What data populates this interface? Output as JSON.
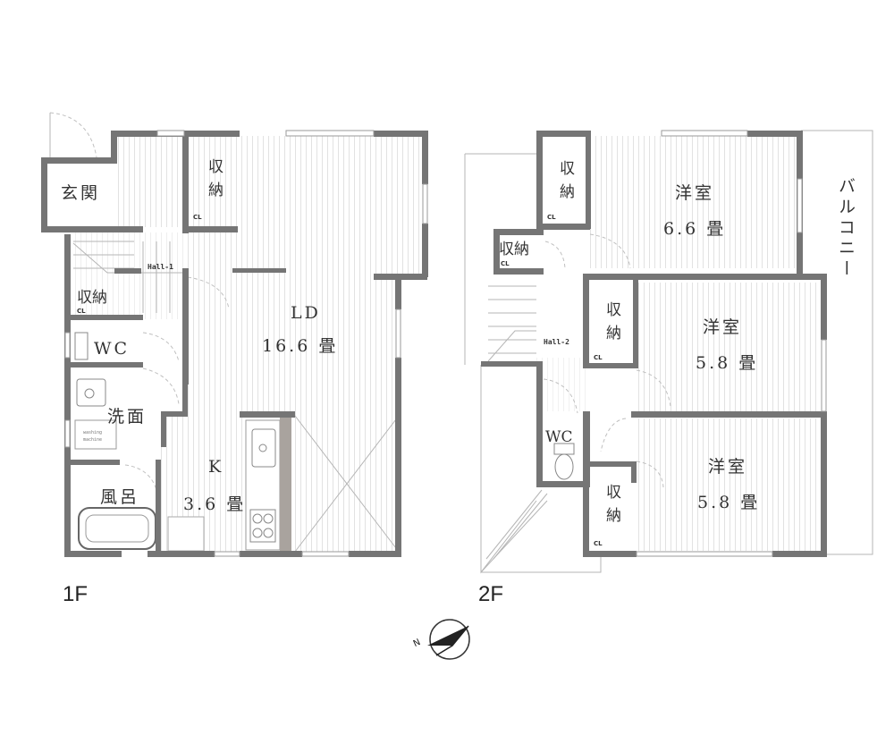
{
  "floors": {
    "first": {
      "label": "1F",
      "rooms": {
        "genkan": "玄関",
        "storage_top": "収納",
        "storage_top_cl": "CL",
        "hall": "Hall-1",
        "storage_left": "収納",
        "storage_left_cl": "CL",
        "wc": "WC",
        "washroom": "洗面",
        "washing_machine": [
          "washing",
          "machine"
        ],
        "bath": "風呂",
        "ld_name": "LD",
        "ld_size": "16.6 畳",
        "k_name": "K",
        "k_size": "3.6 畳"
      }
    },
    "second": {
      "label": "2F",
      "rooms": {
        "storage_a": "収納",
        "storage_a_cl": "CL",
        "storage_b": "収納",
        "storage_b_cl": "CL",
        "hall": "Hall-2",
        "room1_name": "洋室",
        "room1_size": "6.6 畳",
        "storage_c": "収納",
        "storage_c_cl": "CL",
        "room2_name": "洋室",
        "room2_size": "5.8 畳",
        "wc": "WC",
        "storage_d": "収納",
        "storage_d_cl": "CL",
        "room3_name": "洋室",
        "room3_size": "5.8 畳",
        "balcony": "バルコニー"
      }
    }
  },
  "compass": {
    "north_label": "N"
  }
}
